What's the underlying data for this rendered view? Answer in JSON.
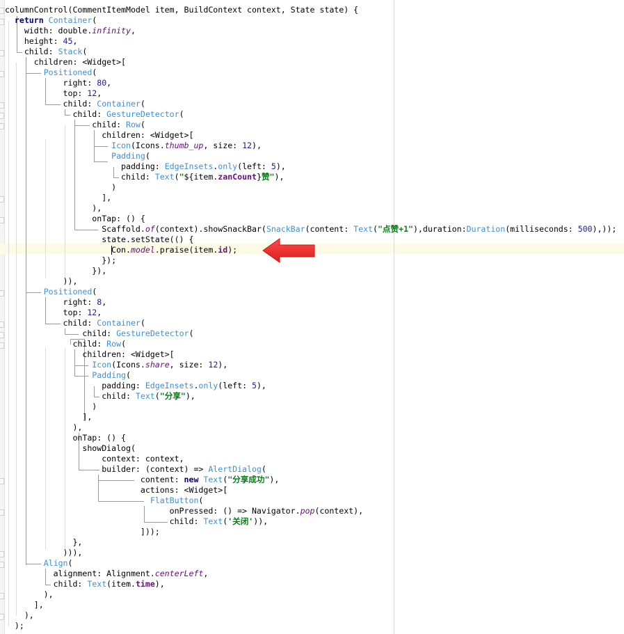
{
  "editor": {
    "language": "Dart",
    "highlighted_line_index": 23,
    "annotation": {
      "type": "red-arrow",
      "points_to_line": 23,
      "color": "#e8262a"
    },
    "lines": [
      "columnControl(CommentItemModel item, BuildContext context, State state) {",
      "  return Container(",
      "    width: double.infinity,",
      "    height: 45,",
      "    child: Stack(",
      "      children: <Widget>[",
      "        Positioned(",
      "            right: 80,",
      "            top: 12,",
      "            child: Container(",
      "              child: GestureDetector(",
      "                  child: Row(",
      "                    children: <Widget>[",
      "                      Icon(Icons.thumb_up, size: 12),",
      "                      Padding(",
      "                        padding: EdgeInsets.only(left: 5),",
      "                        child: Text(\"${item.zanCount}赞\"),",
      "                      )",
      "                    ],",
      "                  ),",
      "                  onTap: () {",
      "                    Scaffold.of(context).showSnackBar(SnackBar(content: Text(\"点赞+1\"),duration:Duration(milliseconds: 500),));",
      "                    state.setState(() {",
      "                      Con.model.praise(item.id);",
      "                    });",
      "                  }),",
      "            )),",
      "        Positioned(",
      "            right: 8,",
      "            top: 12,",
      "            child: Container(",
      "                child: GestureDetector(",
      "              child: Row(",
      "                children: <Widget>[",
      "                  Icon(Icons.share, size: 12),",
      "                  Padding(",
      "                    padding: EdgeInsets.only(left: 5),",
      "                    child: Text(\"分享\"),",
      "                  )",
      "                ],",
      "              ),",
      "              onTap: () {",
      "                showDialog(",
      "                    context: context,",
      "                    builder: (context) => AlertDialog(",
      "                            content: new Text(\"分享成功\"),",
      "                            actions: <Widget>[",
      "                              FlatButton(",
      "                                  onPressed: () => Navigator.pop(context),",
      "                                  child: Text('关闭')),",
      "                            ]));",
      "              },",
      "            ))),",
      "        Align(",
      "          alignment: Alignment.centerLeft,",
      "          child: Text(item.time),",
      "        ),",
      "      ],",
      "    ),",
      "  );"
    ]
  }
}
